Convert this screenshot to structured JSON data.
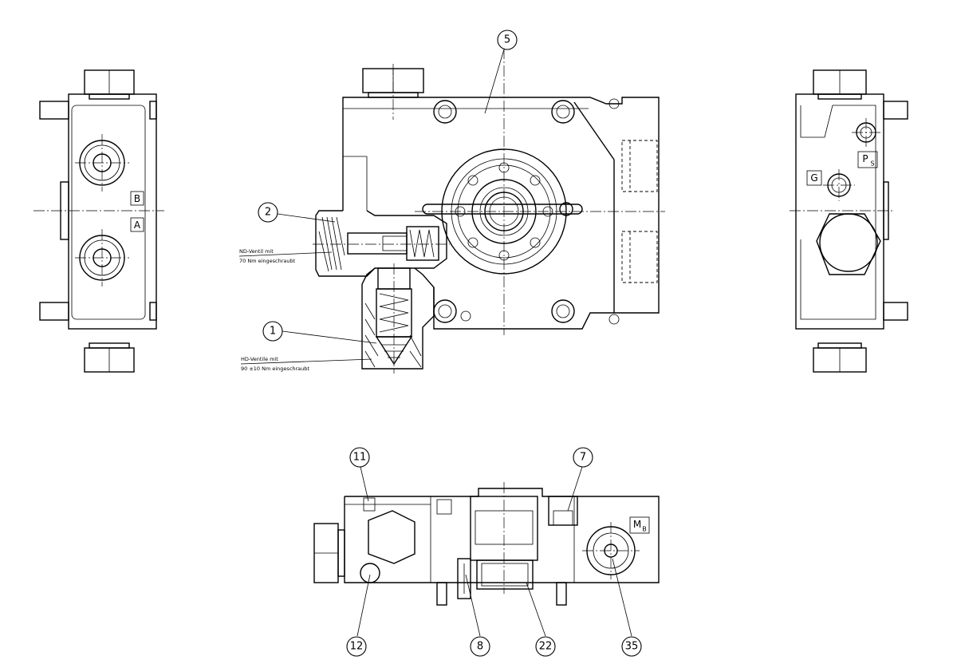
{
  "parts": {
    "p1": "1",
    "p2": "2",
    "p5": "5",
    "p7": "7",
    "p8": "8",
    "p11": "11",
    "p12": "12",
    "p22": "22",
    "p35": "35"
  },
  "ports": {
    "a": "A",
    "b": "B",
    "g": "G",
    "ps_main": "P",
    "ps_sub": "S",
    "mb_main": "M",
    "mb_sub": "B"
  },
  "notes": {
    "nd_line1": "ND-Ventil mit",
    "nd_line2": "70 Nm eingeschraubt",
    "hd_line1": "HD-Ventile mit",
    "hd_line2": "90 ±10 Nm eingeschraubt"
  }
}
